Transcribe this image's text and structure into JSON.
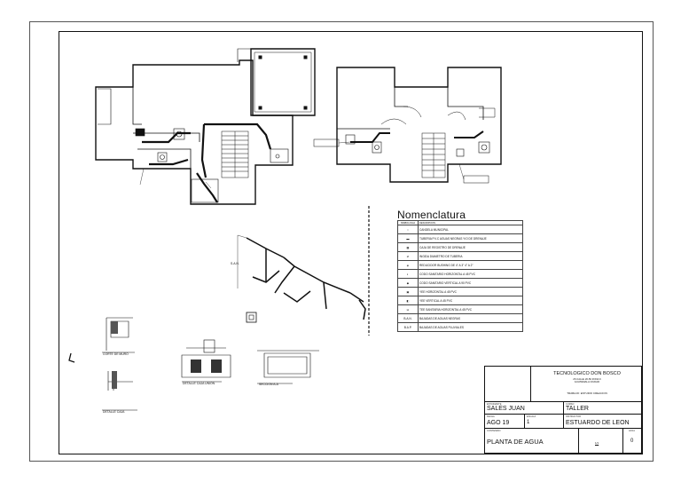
{
  "legend": {
    "title": "Nomenclatura",
    "header": {
      "symbol": "SIMBOLOGIA",
      "description": "DESCRIPCION"
    },
    "items": [
      {
        "icon": "circle-icon",
        "description": "CANDELA MUNICIPAL"
      },
      {
        "icon": "pipe-line-icon",
        "description": "TUBERIA P.V.C AGUAS NEGRAS Y/O DE DRENAJE"
      },
      {
        "icon": "box-icon",
        "description": "CAJA DE REGISTRO DE DRENAJE"
      },
      {
        "icon": "slash-circle-icon",
        "description": "INGIDA DIAMETRO DE TUBERIA"
      },
      {
        "icon": "reducer-icon",
        "description": "REDUCIDOR BUSHING DE 4\" A 3\" 4\" A 2\""
      },
      {
        "icon": "elbow-icon",
        "description": "CODO SANITARIO HORIZONTAL A 45 PVC"
      },
      {
        "icon": "elbow-vertical-icon",
        "description": "CODO SANITARIO VERTICAL A 90 PVC"
      },
      {
        "icon": "tee-icon",
        "description": "YEE HORIZONTAL A 45 PVC"
      },
      {
        "icon": "tee-vertical-icon",
        "description": "YEE VERTICAL A 45 PVC"
      },
      {
        "icon": "wye-icon",
        "description": "TEE SANITARIA HORIZONTAL A 45 PVC"
      },
      {
        "icon": "ban-text",
        "symbol": "B.A.N.",
        "description": "BAJADAS DE AGUAS NEGRAS"
      },
      {
        "icon": "bap-text",
        "symbol": "B.A.P.",
        "description": "BAJADAS DE AGUAS PLUVIALES"
      }
    ]
  },
  "title_block": {
    "institution": "TECNOLOGICO DON BOSCO",
    "address_line1": "26 CALLE 20-50 ZONA 6",
    "address_line2": "GUATEMALA CIUDAD",
    "subtitle": "TRABAJO: ESTUDIO CREACION",
    "student_caption": "ESTUDIANTE",
    "student": "SALES JUAN",
    "course_caption": "CURSO",
    "course": "TALLER",
    "date_caption": "FECHA",
    "date": "AGO 19",
    "scale_caption": "ESCALA",
    "scale": "1",
    "instructor_caption": "INSTRUCTOR",
    "instructor": "ESTUARDO DE LEON",
    "content_caption": "CONTENIDO",
    "content": "PLANTA DE AGUA",
    "sheet_caption": "HOJA",
    "sheet": "0",
    "sheet_total": "1/1"
  },
  "details": {
    "detail1": "CORTE DE MURO",
    "detail2": "DETALLE CAJA",
    "detail3": "DETALLE CAJA UNION",
    "detail4": "SECCION A-A",
    "riser": "S.A.N."
  }
}
